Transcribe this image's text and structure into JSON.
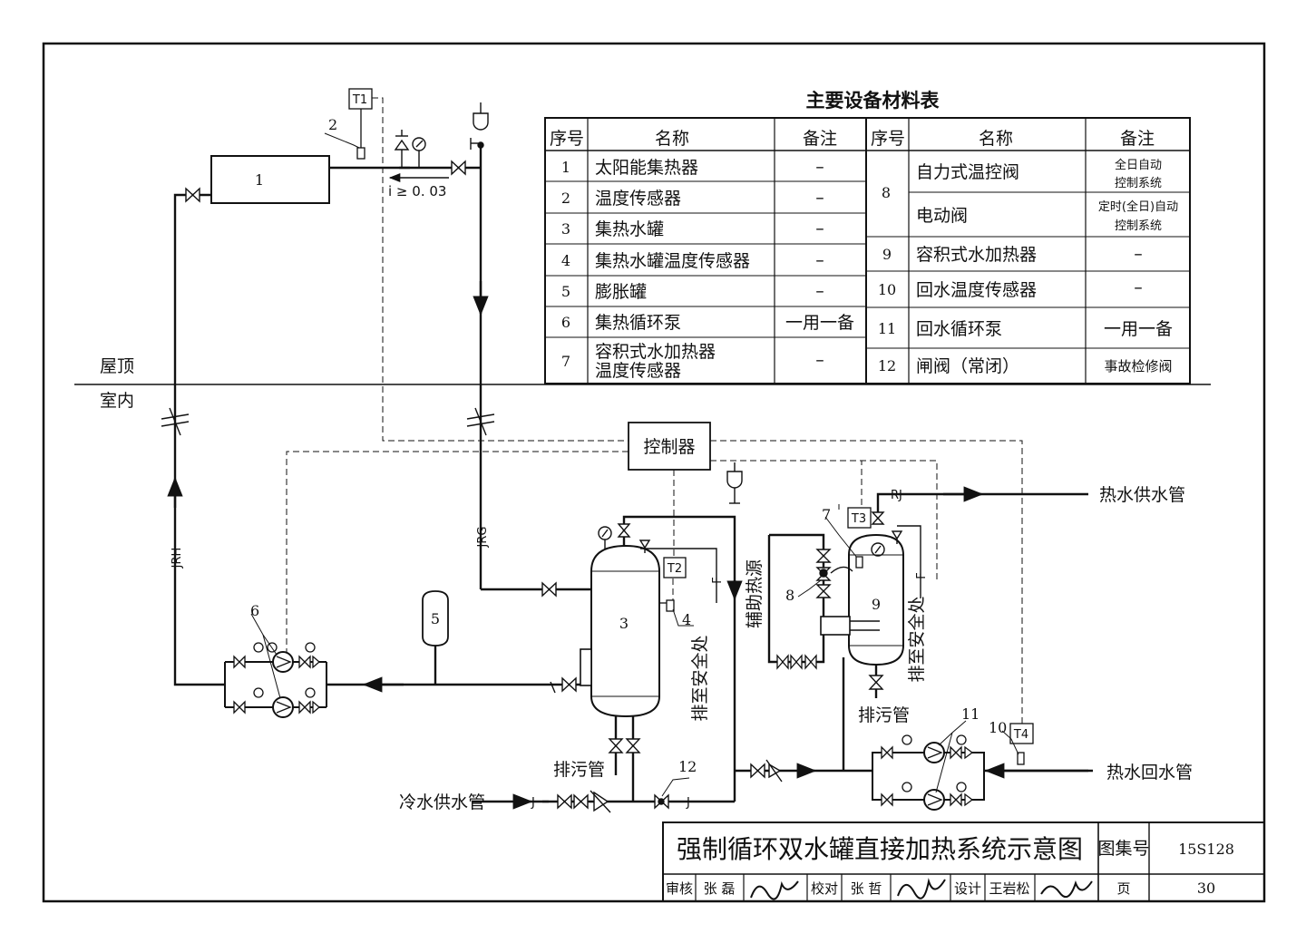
{
  "table": {
    "title": "主要设备材料表",
    "headers": [
      "序号",
      "名称",
      "备注",
      "序号",
      "名称",
      "备注"
    ],
    "left_rows": [
      {
        "no": "1",
        "name": "太阳能集热器",
        "note": "–"
      },
      {
        "no": "2",
        "name": "温度传感器",
        "note": "–"
      },
      {
        "no": "3",
        "name": "集热水罐",
        "note": "–"
      },
      {
        "no": "4",
        "name": "集热水罐温度传感器",
        "note": "–"
      },
      {
        "no": "5",
        "name": "膨胀罐",
        "note": "–"
      },
      {
        "no": "6",
        "name": "集热循环泵",
        "note": "一用一备"
      },
      {
        "no": "7",
        "name_line1": "容积式水加热器",
        "name_line2": "温度传感器",
        "note": "–"
      }
    ],
    "right_rows": [
      {
        "no": "8",
        "name_a": "自力式温控阀",
        "note_a_line1": "全日自动",
        "note_a_line2": "控制系统",
        "name_b": "电动阀",
        "note_b_line1": "定时(全日)自动",
        "note_b_line2": "控制系统"
      },
      {
        "no": "9",
        "name": "容积式水加热器",
        "note": "–"
      },
      {
        "no": "10",
        "name": "回水温度传感器",
        "note": "–"
      },
      {
        "no": "11",
        "name": "回水循环泵",
        "note": "一用一备"
      },
      {
        "no": "12",
        "name": "闸阀（常闭）",
        "note": "事故检修阀"
      }
    ]
  },
  "diagram": {
    "roof_label": "屋顶",
    "indoor_label": "室内",
    "slope_label": "i ≥ 0. 03",
    "controller_label": "控制器",
    "sensor_tags": [
      "T1",
      "T2",
      "T3",
      "T4"
    ],
    "item_numbers": [
      "1",
      "2",
      "3",
      "4",
      "5",
      "6",
      "7",
      "8",
      "9",
      "10",
      "11",
      "12"
    ],
    "pipe_codes": {
      "return_pipe": "JRH",
      "supply_pipe": "JRG",
      "hot_water": "RJ",
      "cold_water_1": "J",
      "cold_water_2": "J",
      "vent_1": "F",
      "vent_2": "F"
    },
    "labels": {
      "hot_water_supply": "热水供水管",
      "hot_water_return": "热水回水管",
      "cold_water_supply": "冷水供水管",
      "drain_1": "排污管",
      "drain_2": "排污管",
      "discharge_1": "排至安全处",
      "discharge_2": "排至安全处",
      "aux_heat_source": "辅助热源"
    }
  },
  "title_block": {
    "drawing_title": "强制循环双水罐直接加热系统示意图",
    "atlas_label": "图集号",
    "atlas_no": "15S128",
    "review_label": "审核",
    "reviewer": "张 磊",
    "check_label": "校对",
    "checker": "张 哲",
    "design_label": "设计",
    "designer": "王岩松",
    "page_label": "页",
    "page_no": "30"
  }
}
